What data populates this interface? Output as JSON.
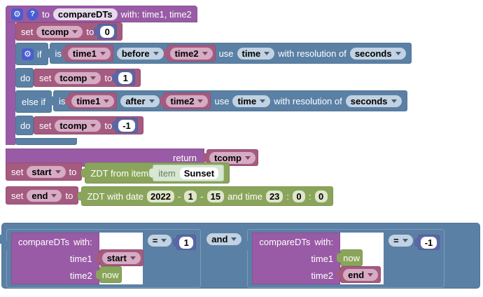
{
  "colors": {
    "function_purple": "#995ba5",
    "variable_mauve": "#a55b80",
    "logic_blue": "#5b80a5",
    "math_blue": "#5b67a5",
    "datetime_green": "#8aa55b",
    "item_pale": "#d6e7d2",
    "icon_blue": "#4a5dd0"
  },
  "icons": {
    "gear_glyph": "⚙",
    "help_glyph": "?"
  },
  "function_def": {
    "to_label": "to",
    "name": "compareDTs",
    "params": "with: time1, time2",
    "init": {
      "set": "set",
      "var": "tcomp",
      "to": "to",
      "value": "0"
    },
    "if_label": "if",
    "elseif_label": "else if",
    "do_label": "do",
    "cond1": {
      "is": "is",
      "left": "time1",
      "op": "before",
      "right": "time2",
      "use": "use",
      "basis": "time",
      "res_label": "with resolution of",
      "res": "seconds"
    },
    "do1": {
      "set": "set",
      "var": "tcomp",
      "to": "to",
      "value": "1"
    },
    "cond2": {
      "is": "is",
      "left": "time1",
      "op": "after",
      "right": "time2",
      "use": "use",
      "basis": "time",
      "res_label": "with resolution of",
      "res": "seconds"
    },
    "do2": {
      "set": "set",
      "var": "tcomp",
      "to": "to",
      "value": "-1"
    },
    "return_label": "return",
    "return_var": "tcomp"
  },
  "set_start": {
    "set": "set",
    "var": "start",
    "to": "to",
    "label": "ZDT from item",
    "item_label": "item",
    "item_value": "Sunset"
  },
  "set_end": {
    "set": "set",
    "var": "end",
    "to": "to",
    "label": "ZDT with date",
    "year": "2022",
    "sep": "-",
    "month": "1",
    "day": "15",
    "time_label": "and time",
    "hour": "23",
    "colon": ":",
    "minute": "0",
    "second": "0"
  },
  "condition": {
    "and_op": "and",
    "left": {
      "name": "compareDTs",
      "with_label": "with:",
      "p1": "time1",
      "a1": "start",
      "p2": "time2",
      "a2": "now",
      "op": "=",
      "value": "1"
    },
    "right": {
      "name": "compareDTs",
      "with_label": "with:",
      "p1": "time1",
      "a1": "now",
      "p2": "time2",
      "a2": "end",
      "op": "=",
      "value": "-1"
    }
  }
}
